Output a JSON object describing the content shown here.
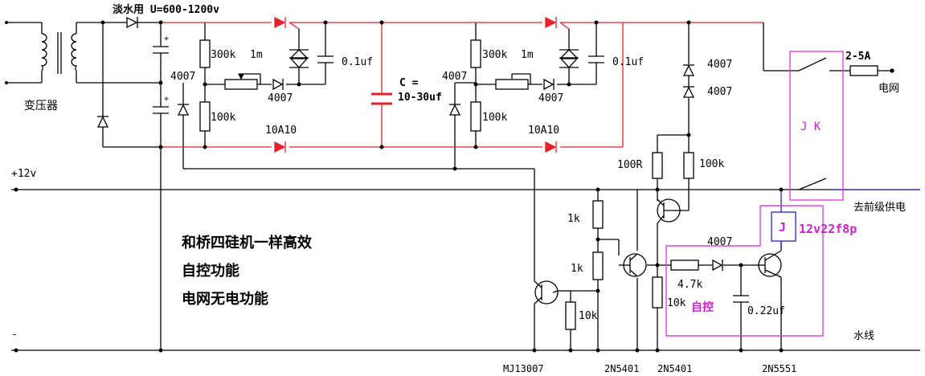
{
  "diagram": {
    "top_note": "淡水用 U=600-1200v",
    "transformer_label": "变压器",
    "left_stage": {
      "res_top": "300k",
      "pot": "1m",
      "res_bottom": "100k",
      "diode_mid": "4007",
      "diode_side": "4007",
      "cap": "0.1uf",
      "thyristor_diode": "10A10"
    },
    "main_cap": {
      "name": "C =",
      "value": "10-30uf"
    },
    "right_stage": {
      "res_top": "300k",
      "pot": "1m",
      "res_bottom": "100k",
      "diode_mid": "4007",
      "diode_side": "4007",
      "cap": "0.1uf",
      "thyristor_diode": "10A10"
    },
    "diode_stack": [
      "4007",
      "4007"
    ],
    "res_100r": "100R",
    "res_100k_right": "100k",
    "output_label": "2-5A",
    "grid_label": "电网",
    "relay_jk": "J K",
    "front_power": "去前级供电",
    "relay_j": "J",
    "relay_model": "12v22f8p",
    "rail_plus": "+12v",
    "rail_minus": "-",
    "water_line": "水线",
    "features": [
      "和桥四硅机一样高效",
      "自控功能",
      "电网无电功能"
    ],
    "res_1k_a": "1k",
    "res_1k_b": "1k",
    "res_10k_a": "10k",
    "res_10k_b": "10k",
    "res_47k": "4.7k",
    "diode_4007_ctrl": "4007",
    "cap_022": "0.22uf",
    "auto_label": "自控",
    "transistors": [
      "MJ13007",
      "2N5401",
      "2N5401",
      "2N5551"
    ],
    "colors": {
      "wire": "#000000",
      "hv": "#e8202a",
      "box": "#e040e0",
      "relay": "#2020e0",
      "label": "#d020d0"
    }
  }
}
